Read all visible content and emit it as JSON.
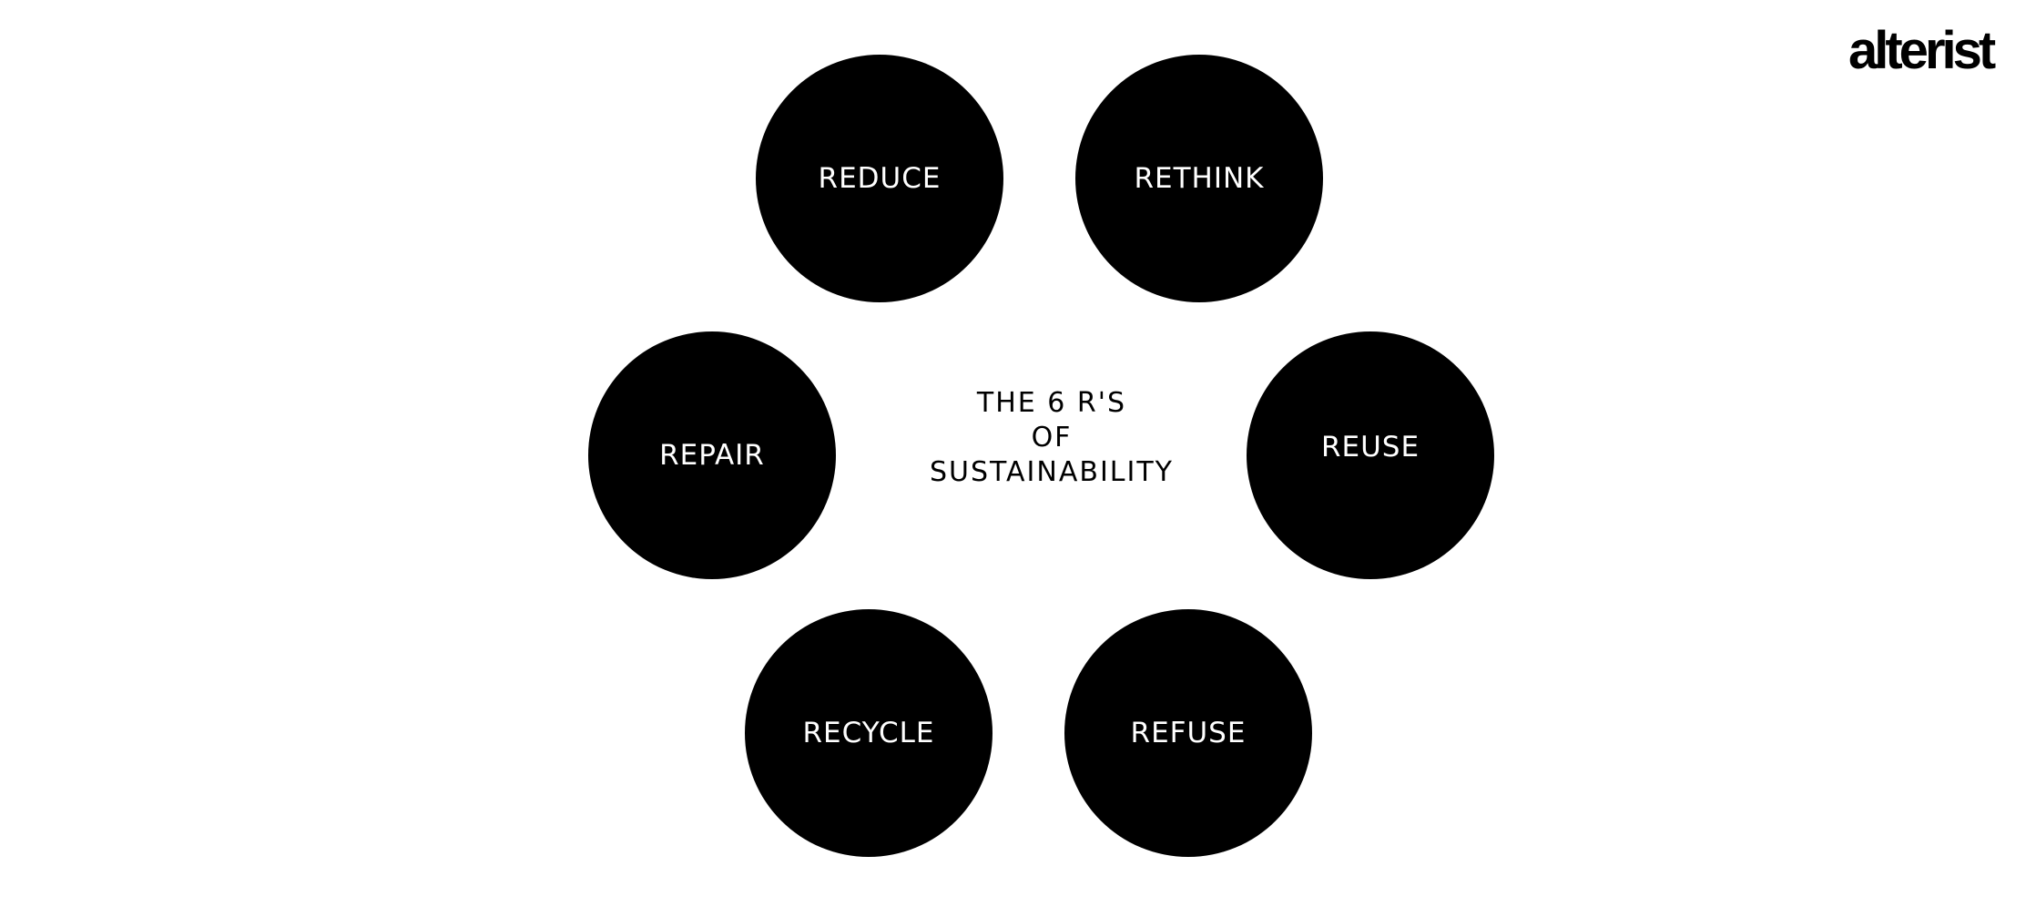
{
  "logo": "alterist",
  "title": {
    "line1": "THE 6 R'S",
    "line2": "OF",
    "line3": "SUSTAINABILITY"
  },
  "items": [
    "REDUCE",
    "RETHINK",
    "REPAIR",
    "REUSE",
    "RECYCLE",
    "REFUSE"
  ],
  "colors": {
    "circle": "#000000",
    "label": "#ffffff",
    "background": "#ffffff"
  }
}
